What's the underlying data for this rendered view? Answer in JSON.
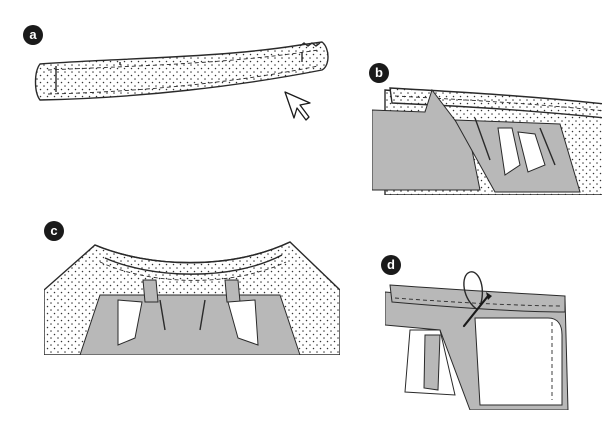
{
  "steps": [
    {
      "label": "a"
    },
    {
      "label": "b"
    },
    {
      "label": "c"
    },
    {
      "label": "d"
    }
  ],
  "colors": {
    "fabric_gray": "#b8b8b8",
    "outline": "#2a2a2a",
    "badge": "#1a1a1a",
    "background": "#ffffff"
  },
  "icons": [
    "arrow-cursor-icon",
    "needle-thread-icon"
  ]
}
